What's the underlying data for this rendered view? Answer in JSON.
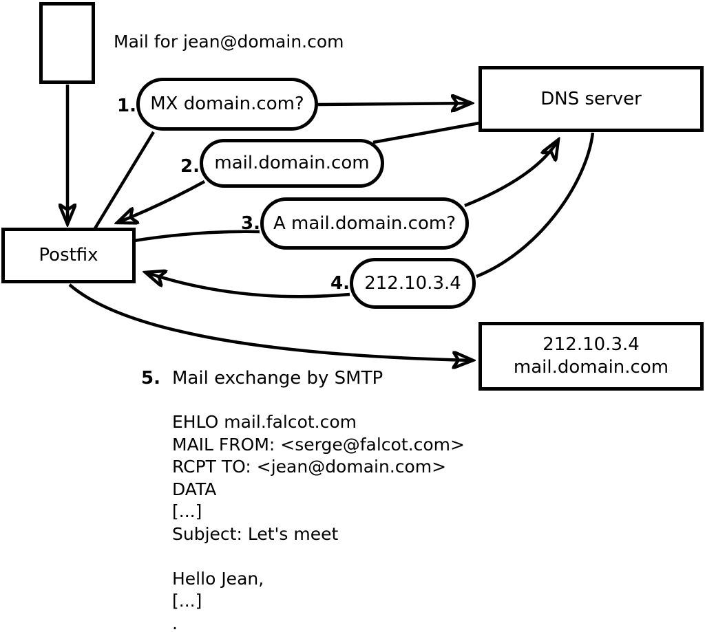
{
  "diagram": {
    "note_top": "Mail for jean@domain.com",
    "nodes": {
      "postfix": "Postfix",
      "dns_server": "DNS server",
      "mail_server_line1": "212.10.3.4",
      "mail_server_line2": "mail.domain.com"
    },
    "steps": [
      {
        "num": "1.",
        "label": "MX domain.com?"
      },
      {
        "num": "2.",
        "label": "mail.domain.com"
      },
      {
        "num": "3.",
        "label": "A mail.domain.com?"
      },
      {
        "num": "4.",
        "label": "212.10.3.4"
      },
      {
        "num": "5.",
        "label": "Mail exchange by SMTP"
      }
    ],
    "smtp_session": [
      "EHLO mail.falcot.com",
      "MAIL FROM: <serge@falcot.com>",
      "RCPT TO: <jean@domain.com>",
      "DATA",
      "[...]",
      "Subject: Let's meet",
      "",
      "Hello Jean,",
      "[...]",
      "."
    ],
    "colors": {
      "stroke": "#000000",
      "background": "#ffffff"
    }
  }
}
